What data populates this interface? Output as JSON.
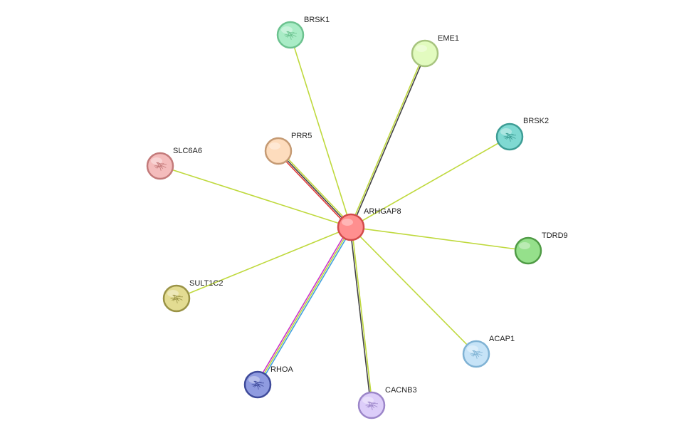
{
  "network": {
    "center": "ARHGAP8",
    "nodes": [
      {
        "id": "ARHGAP8",
        "label": "ARHGAP8",
        "fill": "#ff8f8f",
        "stroke": "#d24a4a",
        "structure": false
      },
      {
        "id": "BRSK1",
        "label": "BRSK1",
        "fill": "#a9ecc6",
        "stroke": "#6cc28f",
        "structure": true
      },
      {
        "id": "EME1",
        "label": "EME1",
        "fill": "#e2fbbf",
        "stroke": "#a7c47f",
        "structure": false
      },
      {
        "id": "BRSK2",
        "label": "BRSK2",
        "fill": "#7fd9d2",
        "stroke": "#3d9d95",
        "structure": true
      },
      {
        "id": "PRR5",
        "label": "PRR5",
        "fill": "#fddcbd",
        "stroke": "#c59a73",
        "structure": false
      },
      {
        "id": "SLC6A6",
        "label": "SLC6A6",
        "fill": "#f4bcbc",
        "stroke": "#c37a7a",
        "structure": true
      },
      {
        "id": "TDRD9",
        "label": "TDRD9",
        "fill": "#95e08b",
        "stroke": "#4f9b45",
        "structure": false
      },
      {
        "id": "SULT1C2",
        "label": "SULT1C2",
        "fill": "#e3dc92",
        "stroke": "#9a9346",
        "structure": true
      },
      {
        "id": "ACAP1",
        "label": "ACAP1",
        "fill": "#c6e3f7",
        "stroke": "#7fb2d4",
        "structure": true
      },
      {
        "id": "RHOA",
        "label": "RHOA",
        "fill": "#8f9be0",
        "stroke": "#3e4a9a",
        "structure": true
      },
      {
        "id": "CACNB3",
        "label": "CACNB3",
        "fill": "#dccdf9",
        "stroke": "#9c86c9",
        "structure": true
      }
    ],
    "edges": [
      {
        "target": "BRSK1",
        "colors": [
          "#bfd93d"
        ]
      },
      {
        "target": "EME1",
        "colors": [
          "#bfd93d",
          "#444444"
        ]
      },
      {
        "target": "BRSK2",
        "colors": [
          "#bfd93d"
        ]
      },
      {
        "target": "PRR5",
        "colors": [
          "#e03c3c",
          "#444444",
          "#bfd93d"
        ]
      },
      {
        "target": "SLC6A6",
        "colors": [
          "#bfd93d"
        ]
      },
      {
        "target": "TDRD9",
        "colors": [
          "#bfd93d"
        ]
      },
      {
        "target": "SULT1C2",
        "colors": [
          "#bfd93d"
        ]
      },
      {
        "target": "ACAP1",
        "colors": [
          "#bfd93d"
        ]
      },
      {
        "target": "RHOA",
        "colors": [
          "#44a0e0",
          "#bfd93d",
          "#cc33cc"
        ]
      },
      {
        "target": "CACNB3",
        "colors": [
          "#bfd93d",
          "#444444"
        ]
      }
    ]
  }
}
